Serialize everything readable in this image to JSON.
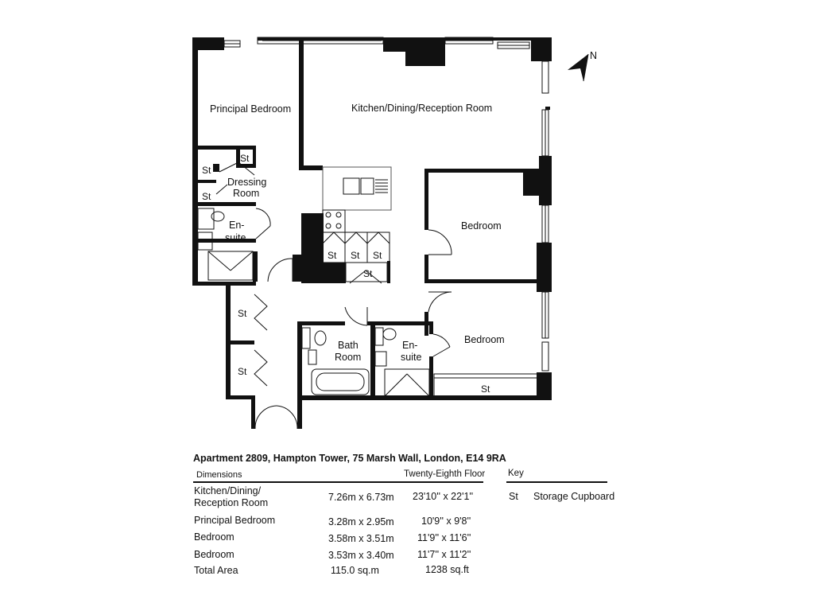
{
  "rooms": {
    "principal_bedroom": "Principal Bedroom",
    "kitchen": "Kitchen/Dining/Reception Room",
    "bedroom_1": "Bedroom",
    "bedroom_2": "Bedroom",
    "dressing_1": "Dressing",
    "dressing_2": "Room",
    "ensuite_a1": "En-",
    "ensuite_a2": "suite",
    "ensuite_b1": "En-",
    "ensuite_b2": "suite",
    "bath_1": "Bath",
    "bath_2": "Room",
    "storage": "St"
  },
  "compass": {
    "label": "N"
  },
  "info": {
    "title": "Apartment 2809, Hampton Tower, 75 Marsh Wall, London, E14 9RA",
    "dimensions_header": "Dimensions",
    "floor_header": "Twenty-Eighth Floor",
    "key_header": "Key",
    "rows": [
      {
        "name": "Kitchen/Dining/",
        "name2": "Reception Room",
        "metric": "7.26m x 6.73m",
        "imperial": "23'10'' x 22'1''"
      },
      {
        "name": "Principal Bedroom",
        "metric": "3.28m x 2.95m",
        "imperial": "10'9'' x 9'8''"
      },
      {
        "name": "Bedroom",
        "metric": "3.58m x 3.51m",
        "imperial": "11'9'' x 11'6''"
      },
      {
        "name": "Bedroom",
        "metric": "3.53m x 3.40m",
        "imperial": "11'7'' x 11'2''"
      },
      {
        "name": "Total Area",
        "metric": "115.0 sq.m",
        "imperial": "1238 sq.ft"
      }
    ],
    "key": {
      "abbr": "St",
      "desc": "Storage Cupboard"
    }
  }
}
